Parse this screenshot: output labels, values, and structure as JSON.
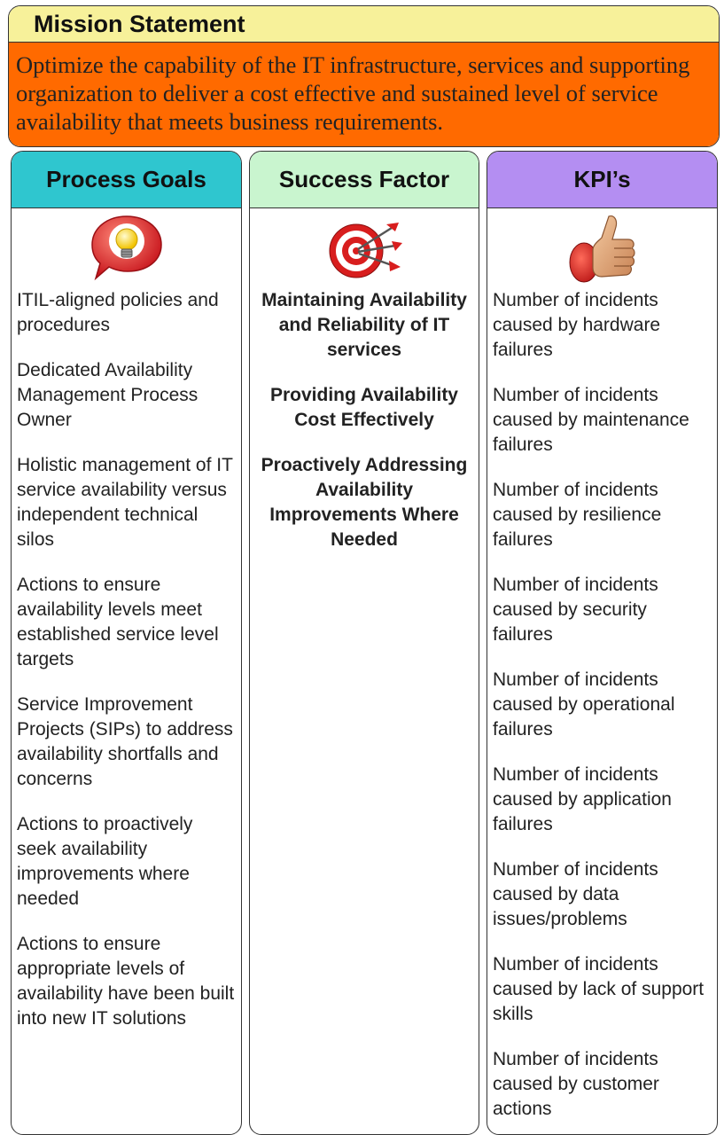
{
  "mission": {
    "title": "Mission Statement",
    "body": "Optimize the capability of the IT infrastructure, services and supporting organization to deliver a cost effective and sustained level of service availability that meets business requirements."
  },
  "columns": {
    "goals": {
      "header": "Process Goals",
      "icon": "lightbulb-speech-bubble-icon",
      "items": [
        "ITIL-aligned policies and procedures",
        "Dedicated Availability Management Process Owner",
        "Holistic management of IT service availability versus independent technical silos",
        "Actions to ensure availability levels meet established service level targets",
        "Service Improvement Projects (SIPs) to address availability shortfalls and concerns",
        "Actions to proactively seek availability improvements where needed",
        "Actions to ensure appropriate levels of availability have been built into new IT solutions"
      ]
    },
    "success": {
      "header": "Success Factor",
      "icon": "target-with-darts-icon",
      "items": [
        "Maintaining Availability and Reliability of IT services",
        "Providing Availability Cost Effectively",
        "Proactively Addressing Availability Improvements Where Needed"
      ]
    },
    "kpi": {
      "header": "KPI’s",
      "icon": "thumbs-up-icon",
      "items": [
        "Number of incidents caused by hardware failures",
        "Number of incidents caused by maintenance failures",
        "Number of incidents caused by resilience failures",
        "Number of incidents caused by security failures",
        "Number of incidents caused by operational failures",
        "Number of incidents caused by application failures",
        "Number of incidents caused by data issues/problems",
        "Number of incidents caused by lack of support skills",
        "Number of incidents caused by customer actions"
      ]
    }
  },
  "colors": {
    "mission_title_bg": "#f7f19a",
    "mission_body_bg": "#ff6a00",
    "goals_header_bg": "#2fc6cf",
    "success_header_bg": "#c9f5cf",
    "kpi_header_bg": "#b48ef2"
  }
}
